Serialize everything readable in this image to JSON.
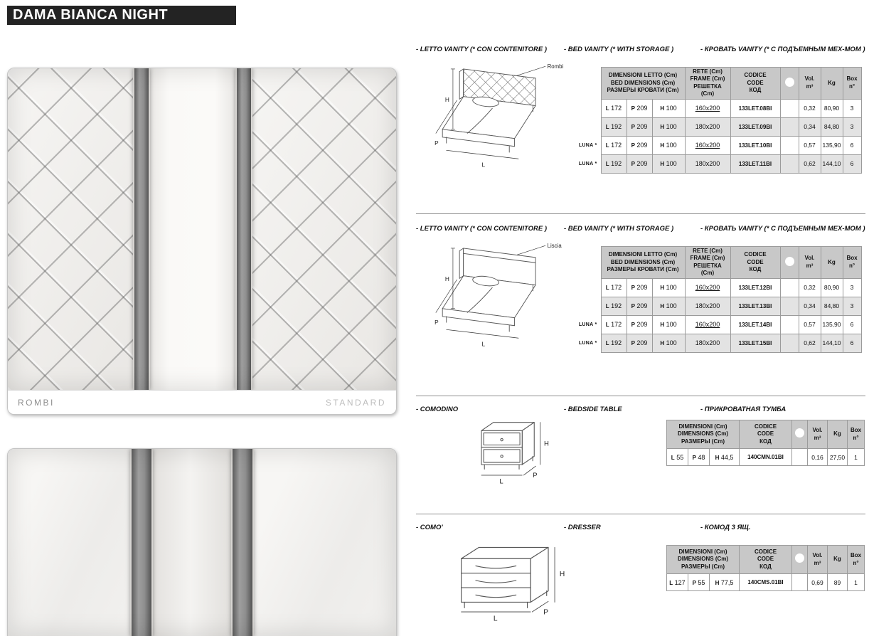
{
  "title": "DAMA BIANCA NIGHT",
  "swatches": [
    {
      "label": "ROMBI",
      "tag": "STANDARD"
    }
  ],
  "drawing_axes": {
    "h": "H",
    "p": "P",
    "l": "L"
  },
  "icons": {
    "finish_dot": "white-circle"
  },
  "bed_sections": [
    {
      "heading_it": "- LETTO VANITY (* CON CONTENITORE )",
      "heading_en": "- BED VANITY (* WITH STORAGE )",
      "heading_ru": "- КРОВАТЬ VANITY (* С ПОДЪЕМНЫМ МЕХ-МОМ )",
      "drawing_label": "Rombi",
      "table": {
        "header_dim": [
          "DIMENSIONI LETTO (Cm)",
          "BED DIMENSIONS (Cm)",
          "РАЗМЕРЫ КРОВАТИ (Cm)"
        ],
        "header_frame": [
          "RETE (Cm)",
          "FRAME (Cm)",
          "РЕШЕТКА (Cm)"
        ],
        "header_code": [
          "CODICE",
          "CODE",
          "КОД"
        ],
        "header_vol": [
          "Vol.",
          "m³"
        ],
        "header_kg": "Kg",
        "header_box": [
          "Box",
          "n°"
        ],
        "rows": [
          {
            "luna": "",
            "l": "L 172",
            "p": "P 209",
            "h": "H 100",
            "frame": "160x200",
            "underline": true,
            "code": "133LET.08BI",
            "vol": "0,32",
            "kg": "80,90",
            "box": "3"
          },
          {
            "luna": "",
            "l": "L 192",
            "p": "P 209",
            "h": "H 100",
            "frame": "180x200",
            "underline": false,
            "code": "133LET.09BI",
            "vol": "0,34",
            "kg": "84,80",
            "box": "3"
          },
          {
            "luna": "LUNA *",
            "l": "L 172",
            "p": "P 209",
            "h": "H 100",
            "frame": "160x200",
            "underline": true,
            "code": "133LET.10BI",
            "vol": "0,57",
            "kg": "135,90",
            "box": "6"
          },
          {
            "luna": "LUNA *",
            "l": "L 192",
            "p": "P 209",
            "h": "H 100",
            "frame": "180x200",
            "underline": false,
            "code": "133LET.11BI",
            "vol": "0,62",
            "kg": "144,10",
            "box": "6"
          }
        ]
      }
    },
    {
      "heading_it": "- LETTO VANITY (* CON CONTENITORE )",
      "heading_en": "- BED VANITY (* WITH STORAGE )",
      "heading_ru": "- КРОВАТЬ VANITY (* С ПОДЪЕМНЫМ МЕХ-МОМ )",
      "drawing_label": "Liscia",
      "table": {
        "header_dim": [
          "DIMENSIONI LETTO (Cm)",
          "BED DIMENSIONS (Cm)",
          "РАЗМЕРЫ КРОВАТИ (Cm)"
        ],
        "header_frame": [
          "RETE (Cm)",
          "FRAME (Cm)",
          "РЕШЕТКА (Cm)"
        ],
        "header_code": [
          "CODICE",
          "CODE",
          "КОД"
        ],
        "header_vol": [
          "Vol.",
          "m³"
        ],
        "header_kg": "Kg",
        "header_box": [
          "Box",
          "n°"
        ],
        "rows": [
          {
            "luna": "",
            "l": "L 172",
            "p": "P 209",
            "h": "H 100",
            "frame": "160x200",
            "underline": true,
            "code": "133LET.12BI",
            "vol": "0,32",
            "kg": "80,90",
            "box": "3"
          },
          {
            "luna": "",
            "l": "L 192",
            "p": "P 209",
            "h": "H 100",
            "frame": "180x200",
            "underline": false,
            "code": "133LET.13BI",
            "vol": "0,34",
            "kg": "84,80",
            "box": "3"
          },
          {
            "luna": "LUNA *",
            "l": "L 172",
            "p": "P 209",
            "h": "H 100",
            "frame": "160x200",
            "underline": true,
            "code": "133LET.14BI",
            "vol": "0,57",
            "kg": "135,90",
            "box": "6"
          },
          {
            "luna": "LUNA *",
            "l": "L 192",
            "p": "P 209",
            "h": "H 100",
            "frame": "180x200",
            "underline": false,
            "code": "133LET.15BI",
            "vol": "0,62",
            "kg": "144,10",
            "box": "6"
          }
        ]
      }
    }
  ],
  "small_sections": [
    {
      "heading_it": "- COMODINO",
      "heading_en": "- BEDSIDE TABLE",
      "heading_ru": "- ПРИКРОВАТНАЯ ТУМБА",
      "table": {
        "header_dim": [
          "DIMENSIONI (Cm)",
          "DIMENSIONS (Cm)",
          "РАЗМЕРЫ (Cm)"
        ],
        "header_code": [
          "CODICE",
          "CODE",
          "КОД"
        ],
        "header_vol": [
          "Vol.",
          "m³"
        ],
        "header_kg": "Kg",
        "header_box": [
          "Box",
          "n°"
        ],
        "rows": [
          {
            "l": "L 55",
            "p": "P 48",
            "h": "H 44,5",
            "code": "140CMN.01BI",
            "vol": "0,16",
            "kg": "27,50",
            "box": "1"
          }
        ]
      }
    },
    {
      "heading_it": "- COMO'",
      "heading_en": "- DRESSER",
      "heading_ru": "- КОМОД 3 ЯЩ.",
      "table": {
        "header_dim": [
          "DIMENSIONI (Cm)",
          "DIMENSIONS (Cm)",
          "РАЗМЕРЫ (Cm)"
        ],
        "header_code": [
          "CODICE",
          "CODE",
          "КОД"
        ],
        "header_vol": [
          "Vol.",
          "m³"
        ],
        "header_kg": "Kg",
        "header_box": [
          "Box",
          "n°"
        ],
        "rows": [
          {
            "l": "L 127",
            "p": "P 55",
            "h": "H 77,5",
            "code": "140CMS.01BI",
            "vol": "0,69",
            "kg": "89",
            "box": "1"
          }
        ]
      }
    }
  ]
}
